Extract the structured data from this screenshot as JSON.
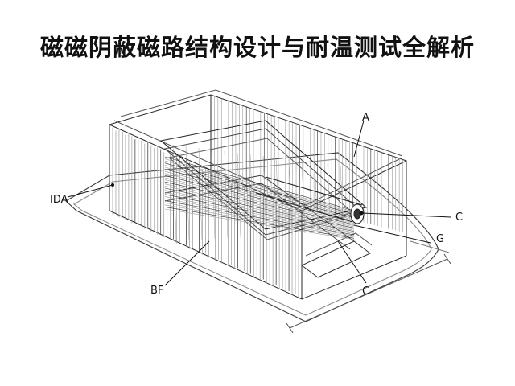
{
  "title": "磁磁阴蔽磁路结构设计与耐温测试全解析",
  "labels": {
    "a": "A",
    "ida": "IDA",
    "c_right": "C",
    "g": "G",
    "bf": "BF",
    "c_bottom": "C"
  },
  "colors": {
    "ink": "#111111",
    "line": "#2a2a2a",
    "faint": "#9a9a9a",
    "background": "#ffffff"
  }
}
